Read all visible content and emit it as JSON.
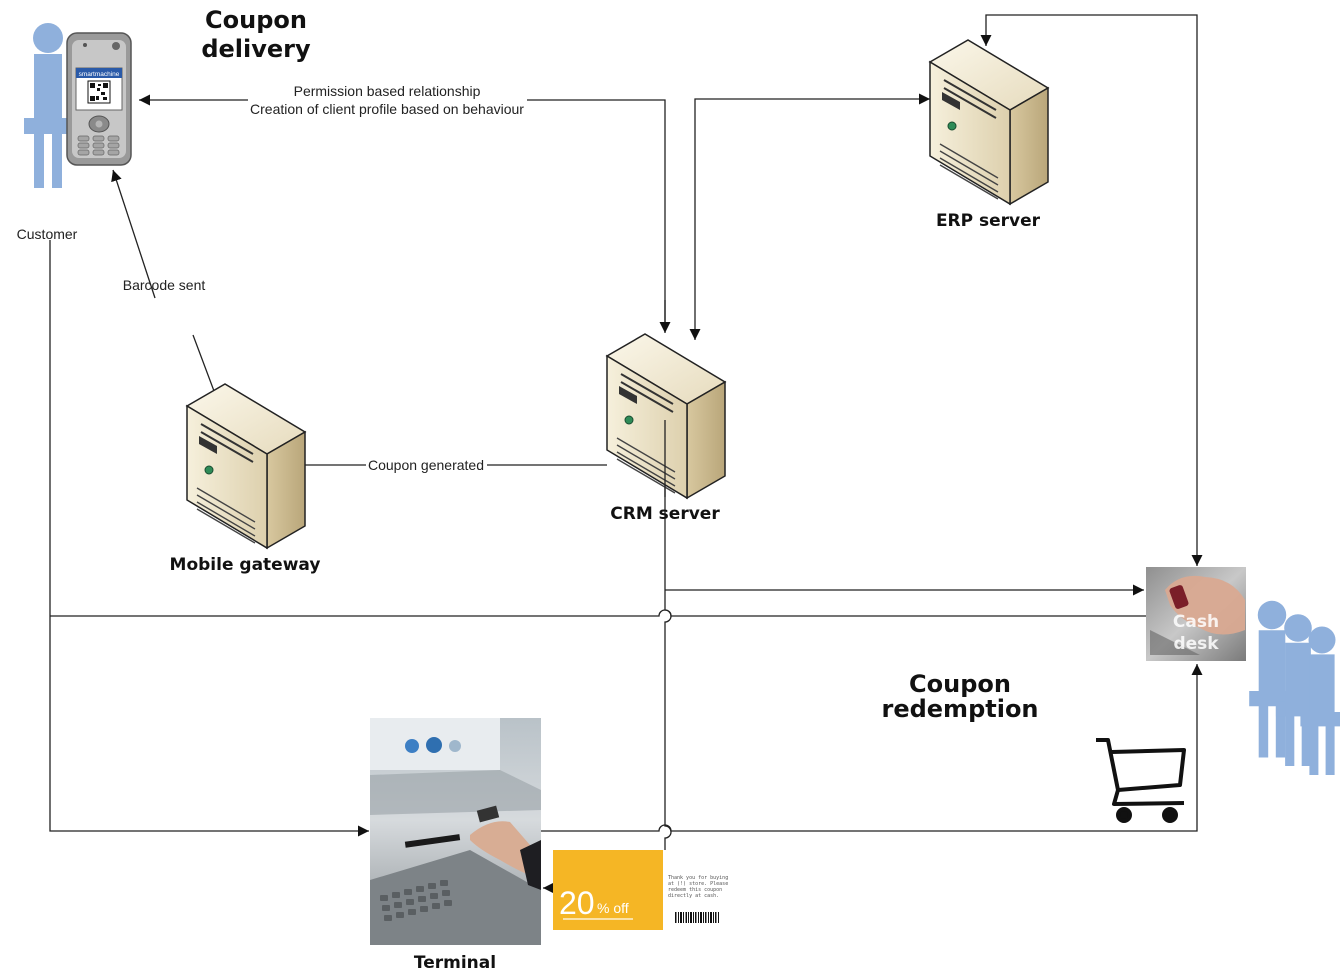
{
  "titles": {
    "coupon_delivery": [
      "Coupon",
      "delivery"
    ],
    "coupon_redemption": [
      "Coupon",
      "redemption"
    ]
  },
  "nodes": {
    "customer": "Customer",
    "erp_server": "ERP server",
    "crm_server": "CRM server",
    "mobile_gateway": "Mobile gateway",
    "cash_desk": [
      "Cash",
      "desk"
    ],
    "terminal": "Terminal"
  },
  "edges": {
    "permission": "Permission based relationship",
    "profile": "Creation of client profile based on behaviour",
    "barcode_sent": "Barcode sent",
    "coupon_generated": "Coupon generated"
  },
  "phone": {
    "brand": "smartmachine"
  },
  "coupon": {
    "percent": "20",
    "off": "% off",
    "text": [
      "Thank you for buying",
      "at (!) store. Please",
      "redeem this coupon",
      "directly at cash."
    ]
  },
  "colors": {
    "person": "#8fb0dc",
    "server_light": "#ece3c8",
    "server_dark": "#c9b78f",
    "coupon_yellow": "#f5b625"
  }
}
